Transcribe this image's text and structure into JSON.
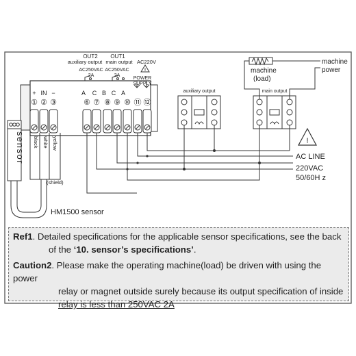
{
  "controller": {
    "out2_title": "OUT2",
    "out2_sub": "auxiliary output",
    "out2_rating_1": "AC250VAC",
    "out2_rating_2": "2A",
    "out1_title": "OUT1",
    "out1_sub": "main output",
    "out1_rating_1": "AC250VAC",
    "out1_rating_2": "2A",
    "ac_label": "AC220V",
    "power_supply_1": "POWER",
    "power_supply_2": "SUPPLY",
    "in_plus": "+",
    "in_label": "IN",
    "in_minus": "−",
    "terminals": [
      "①",
      "②",
      "③",
      "⑥",
      "⑦",
      "⑧",
      "⑨",
      "⑩",
      "⑪",
      "⑫"
    ],
    "contact_letters": [
      "A",
      "C",
      "B",
      "C",
      "A"
    ]
  },
  "sensor": {
    "label": "sensor",
    "wires": [
      "black",
      "white",
      "yellow"
    ],
    "shield": "(shield)",
    "model": "HM1500 sensor"
  },
  "relays": {
    "aux_label": "auxiliary output",
    "main_label": "main output"
  },
  "load": {
    "machine_label": "machine",
    "load_label": "(load)",
    "power_label_1": "machine",
    "power_label_2": "power"
  },
  "ac_line": {
    "label": "AC LINE",
    "voltage": "220VAC",
    "freq": "50/60H z"
  },
  "notes": {
    "ref_label": "Ref1",
    "ref_text_1": ". Detailed specifications for the applicable sensor specifications, see the back",
    "ref_text_2a": "of the ",
    "ref_text_2b": "‘10. sensor’s specifications’",
    "ref_text_2c": ".",
    "caution_label": "Caution2",
    "caution_text_1": ". Please make the operating machine(load) be driven with using the power",
    "caution_text_2": "relay or magnet outside surely because its output specification of inside",
    "caution_text_3": "relay is less than 250VAC 2A"
  }
}
